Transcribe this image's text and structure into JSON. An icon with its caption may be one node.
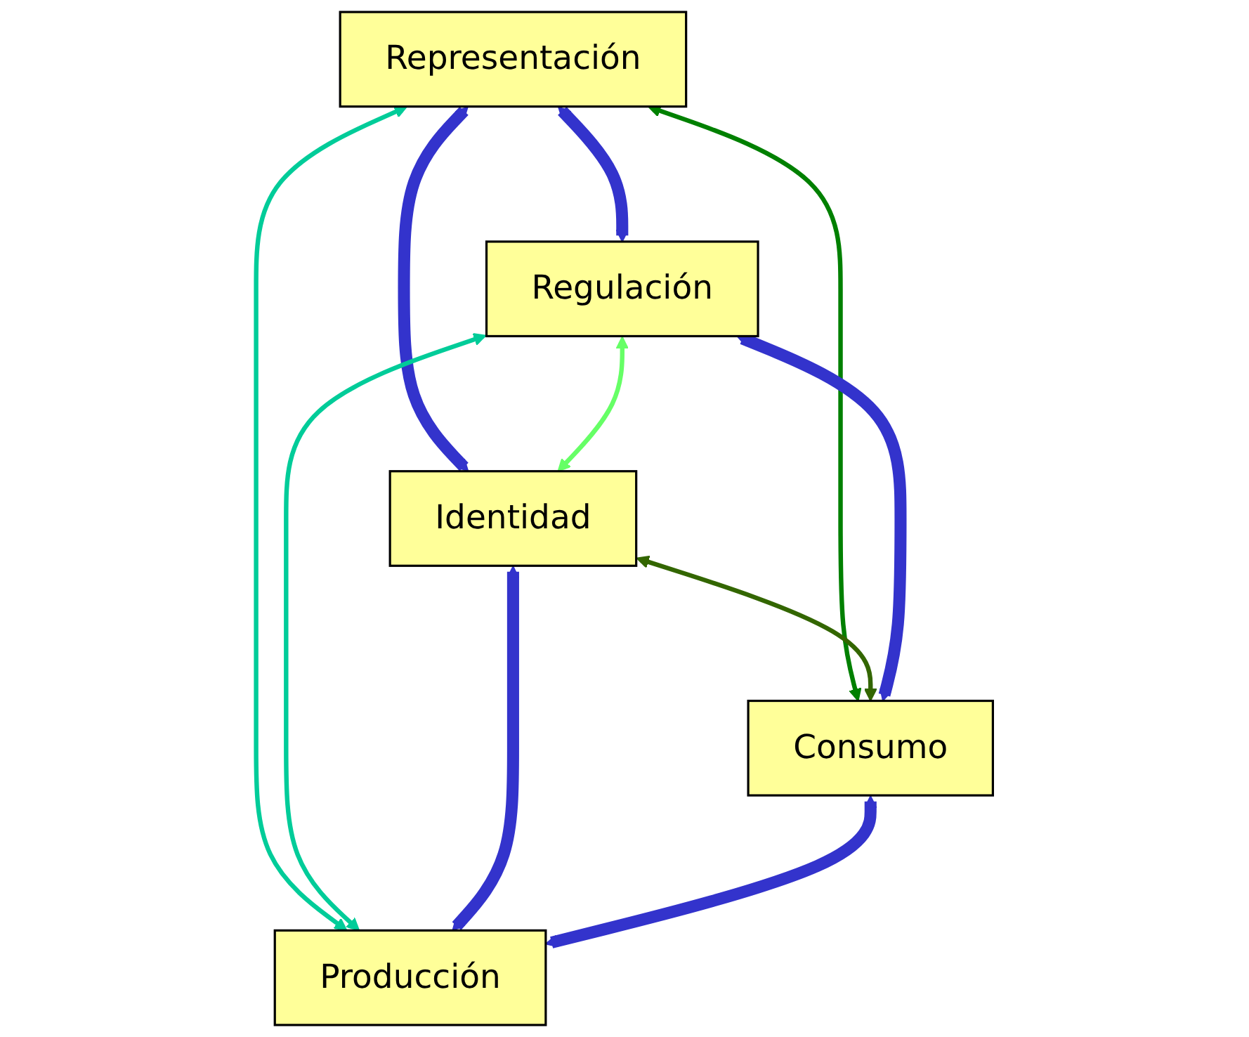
{
  "diagram": {
    "nodes": [
      {
        "text": [
          "Representación"
        ]
      },
      {
        "text": [
          "Regulación"
        ]
      },
      {
        "text": [
          "Identidad"
        ]
      },
      {
        "text": [
          "Consumo"
        ]
      },
      {
        "text": [
          "Producción"
        ]
      }
    ],
    "edges": [
      {
        "from": 0,
        "to": 1,
        "arrow": "both",
        "style": "thick"
      },
      {
        "from": 0,
        "to": 2,
        "arrow": "both",
        "style": "thick"
      },
      {
        "from": 1,
        "to": 2,
        "arrow": "both",
        "color": "#66ff66"
      },
      {
        "from": 0,
        "to": 3,
        "arrow": "both",
        "color": "#008000"
      },
      {
        "from": 0,
        "to": 4,
        "arrow": "both",
        "color": "#00cc99"
      },
      {
        "from": 1,
        "to": 4,
        "arrow": "both",
        "color": "#00cc99"
      },
      {
        "from": 3,
        "to": 2,
        "arrow": "both",
        "color": "#336600"
      },
      {
        "from": 1,
        "to": 3,
        "arrow": "both",
        "style": "thick"
      },
      {
        "from": 2,
        "to": 4,
        "arrow": "both",
        "style": "thick"
      },
      {
        "from": 3,
        "to": 4,
        "arrow": "both",
        "style": "thick"
      }
    ]
  }
}
